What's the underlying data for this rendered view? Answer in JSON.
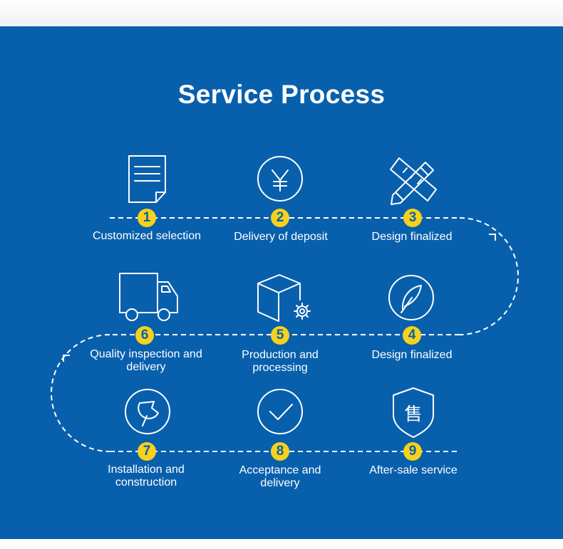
{
  "title": "Service Process",
  "colors": {
    "background": "#0860ad",
    "accent": "#f7d11b",
    "line": "#ffffff"
  },
  "steps": [
    {
      "number": "1",
      "label": "Customized selection",
      "icon": "document-icon"
    },
    {
      "number": "2",
      "label": "Delivery of deposit",
      "icon": "yen-icon"
    },
    {
      "number": "3",
      "label": "Design finalized",
      "icon": "pencil-ruler-icon"
    },
    {
      "number": "4",
      "label": "Design finalized",
      "icon": "feather-pen-icon"
    },
    {
      "number": "5",
      "label": "Production and processing",
      "icon": "box-gear-icon"
    },
    {
      "number": "6",
      "label": "Quality inspection and delivery",
      "icon": "truck-icon"
    },
    {
      "number": "7",
      "label": "Installation and construction",
      "icon": "wrench-icon"
    },
    {
      "number": "8",
      "label": "Acceptance and delivery",
      "icon": "checkmark-icon"
    },
    {
      "number": "9",
      "label": "After-sale service",
      "icon": "shield-shou-icon"
    }
  ],
  "shield_glyph": "售"
}
